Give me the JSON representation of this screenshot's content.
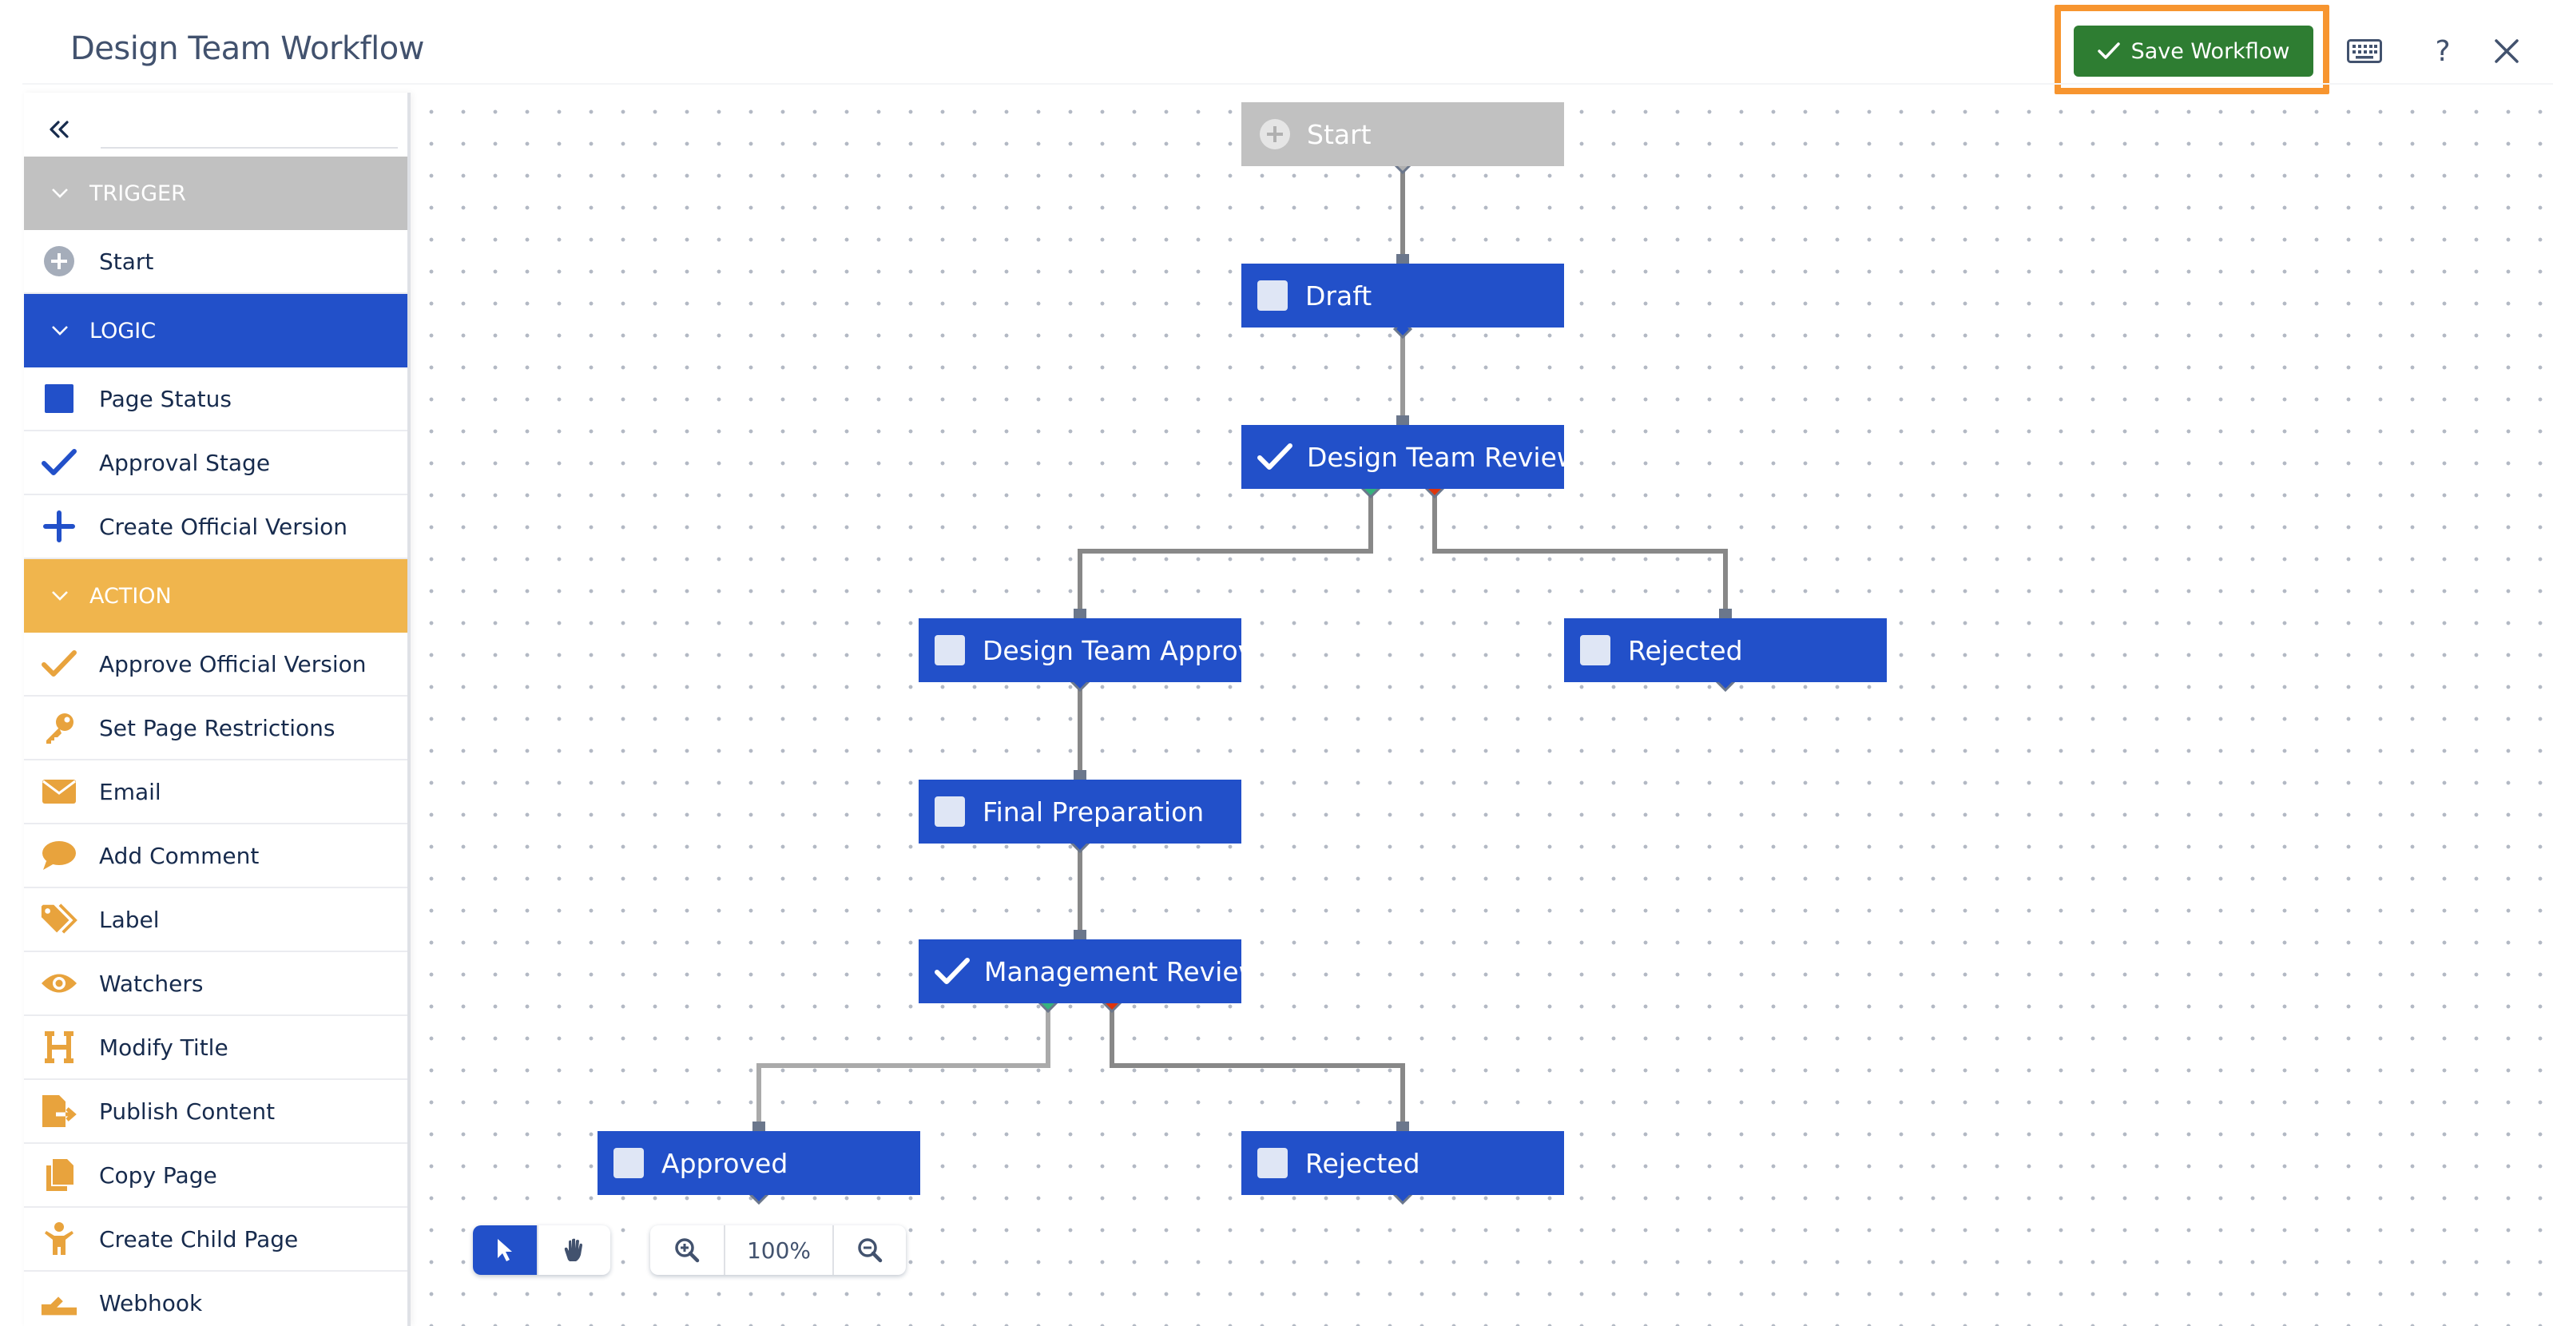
{
  "header": {
    "title": "Design Team Workflow",
    "save_label": "Save Workflow",
    "help_label": "?"
  },
  "sidebar": {
    "sections": [
      {
        "label": "TRIGGER",
        "color": "#c1c1c1"
      },
      {
        "label": "LOGIC",
        "color": "#2250c9"
      },
      {
        "label": "ACTION",
        "color": "#f0b54d"
      }
    ],
    "trigger_items": [
      {
        "label": "Start",
        "icon": "plus-circle-icon"
      }
    ],
    "logic_items": [
      {
        "label": "Page Status",
        "icon": "square-icon"
      },
      {
        "label": "Approval Stage",
        "icon": "checkmark-icon"
      },
      {
        "label": "Create Official Version",
        "icon": "plus-icon"
      }
    ],
    "action_items": [
      {
        "label": "Approve Official Version",
        "icon": "checkmark-icon"
      },
      {
        "label": "Set Page Restrictions",
        "icon": "key-icon"
      },
      {
        "label": "Email",
        "icon": "envelope-icon"
      },
      {
        "label": "Add Comment",
        "icon": "speech-bubble-icon"
      },
      {
        "label": "Label",
        "icon": "tag-icon"
      },
      {
        "label": "Watchers",
        "icon": "eye-icon"
      },
      {
        "label": "Modify Title",
        "icon": "h-letter-icon"
      },
      {
        "label": "Publish Content",
        "icon": "publish-icon"
      },
      {
        "label": "Copy Page",
        "icon": "copy-icon"
      },
      {
        "label": "Create Child Page",
        "icon": "child-person-icon"
      },
      {
        "label": "Webhook",
        "icon": "webhook-icon"
      }
    ]
  },
  "nodes": [
    {
      "id": "start",
      "label": "Start",
      "kind": "start"
    },
    {
      "id": "draft",
      "label": "Draft",
      "kind": "status"
    },
    {
      "id": "design-review",
      "label": "Design Team Review",
      "kind": "approval"
    },
    {
      "id": "design-approved",
      "label": "Design Team Approv.",
      "kind": "status"
    },
    {
      "id": "rejected-1",
      "label": "Rejected",
      "kind": "status"
    },
    {
      "id": "final-prep",
      "label": "Final Preparation",
      "kind": "status"
    },
    {
      "id": "mgmt-review",
      "label": "Management Review",
      "kind": "approval"
    },
    {
      "id": "approved",
      "label": "Approved",
      "kind": "status"
    },
    {
      "id": "rejected-2",
      "label": "Rejected",
      "kind": "status"
    }
  ],
  "toolbar": {
    "zoom": "100%"
  },
  "colors": {
    "node_blue": "#2250c9",
    "start_grey": "#c1c1c1",
    "save_green": "#2e7d32",
    "save_highlight": "#f7952f",
    "action_orange": "#f0b54d",
    "icon_orange": "#e8a33d"
  }
}
